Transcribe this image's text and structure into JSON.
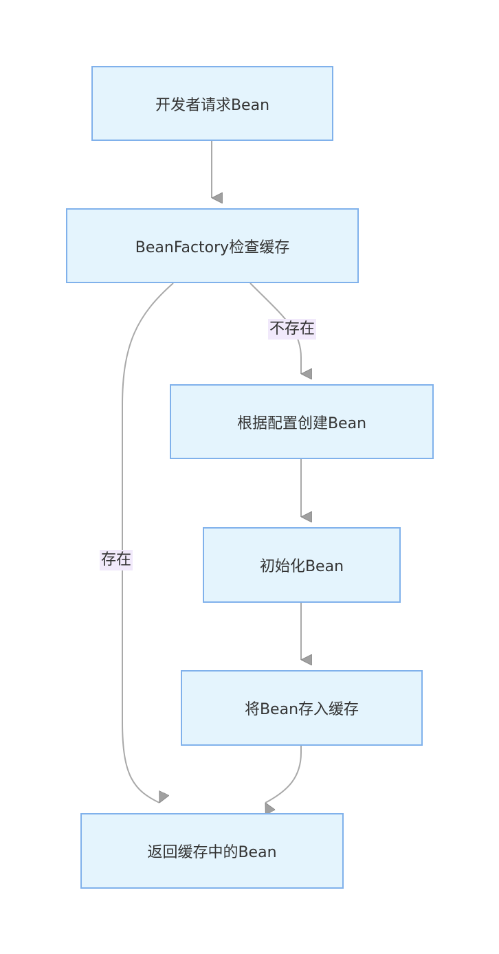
{
  "diagram": {
    "type": "flowchart",
    "nodes": [
      {
        "id": "request",
        "label": "开发者请求Bean"
      },
      {
        "id": "check",
        "label": "BeanFactory检查缓存"
      },
      {
        "id": "create",
        "label": "根据配置创建Bean"
      },
      {
        "id": "init",
        "label": "初始化Bean"
      },
      {
        "id": "store",
        "label": "将Bean存入缓存"
      },
      {
        "id": "return",
        "label": "返回缓存中的Bean"
      }
    ],
    "edges": [
      {
        "from": "request",
        "to": "check",
        "label": ""
      },
      {
        "from": "check",
        "to": "create",
        "label": "不存在"
      },
      {
        "from": "check",
        "to": "return",
        "label": "存在"
      },
      {
        "from": "create",
        "to": "init",
        "label": ""
      },
      {
        "from": "init",
        "to": "store",
        "label": ""
      },
      {
        "from": "store",
        "to": "return",
        "label": ""
      }
    ]
  }
}
